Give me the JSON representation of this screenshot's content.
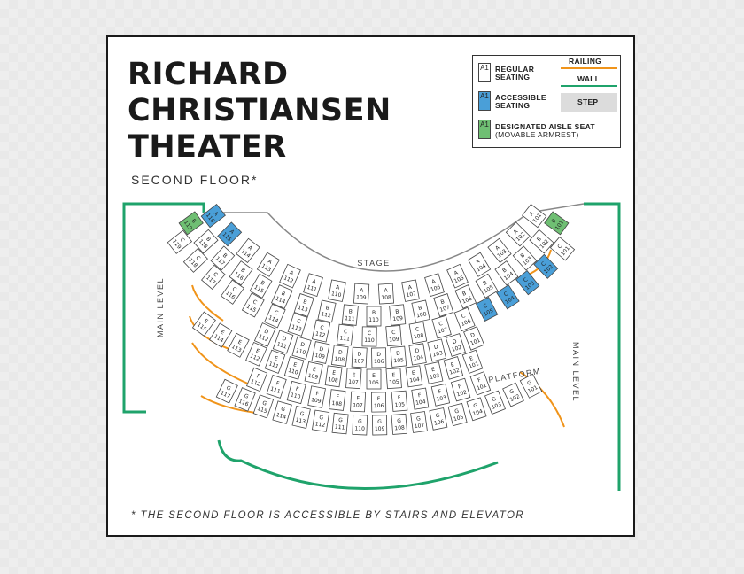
{
  "title": {
    "line1": "RICHARD",
    "line2": "CHRISTIANSEN",
    "line3": "THEATER"
  },
  "subtitle": "SECOND FLOOR*",
  "legend": {
    "seat_sample": "A1",
    "regular_line1": "REGULAR",
    "regular_line2": "SEATING",
    "accessible_line1": "ACCESSIBLE",
    "accessible_line2": "SEATING",
    "aisle_line1": "DESIGNATED AISLE SEAT",
    "aisle_line2": "(MOVABLE ARMREST)",
    "railing": "RAILING",
    "wall": "WALL",
    "step": "STEP"
  },
  "labels": {
    "stage": "STAGE",
    "platform": "PLATFORM",
    "main_level": "MAIN LEVEL"
  },
  "footnote": "* THE SECOND FLOOR IS ACCESSIBLE BY STAIRS AND ELEVATOR",
  "colors": {
    "regular": "#ffffff",
    "accessible": "#4a9fd8",
    "aisle": "#6fbf73",
    "railing": "#f0941a",
    "wall": "#1fa36b",
    "step": "#dcdcdc"
  },
  "rows": [
    {
      "row": "A",
      "seats": [
        "101",
        "102",
        "103",
        "104",
        "105",
        "106",
        "107",
        "108",
        "109",
        "110",
        "111",
        "112",
        "113",
        "114",
        "115",
        "116"
      ],
      "accessible": [
        "115",
        "116"
      ],
      "aisle": []
    },
    {
      "row": "B",
      "seats": [
        "101",
        "102",
        "103",
        "104",
        "105",
        "106",
        "107",
        "108",
        "109",
        "110",
        "111",
        "112",
        "113",
        "114",
        "115",
        "116",
        "117",
        "118",
        "119"
      ],
      "accessible": [],
      "aisle": [
        "101",
        "119"
      ]
    },
    {
      "row": "C",
      "seats": [
        "101",
        "102",
        "103",
        "104",
        "105",
        "106",
        "107",
        "108",
        "109",
        "110",
        "111",
        "112",
        "113",
        "114",
        "115",
        "116",
        "117",
        "118",
        "119"
      ],
      "accessible": [
        "102",
        "103",
        "104",
        "105"
      ],
      "aisle": []
    },
    {
      "row": "D",
      "seats": [
        "101",
        "102",
        "103",
        "104",
        "105",
        "106",
        "107",
        "108",
        "109",
        "110",
        "111",
        "112"
      ],
      "accessible": [],
      "aisle": []
    },
    {
      "row": "E",
      "seats": [
        "101",
        "102",
        "103",
        "104",
        "105",
        "106",
        "107",
        "108",
        "109",
        "110",
        "111",
        "112",
        "113",
        "114",
        "115"
      ],
      "accessible": [],
      "aisle": []
    },
    {
      "row": "F",
      "seats": [
        "101",
        "102",
        "103",
        "104",
        "105",
        "106",
        "107",
        "108",
        "109",
        "110",
        "111",
        "112"
      ],
      "accessible": [],
      "aisle": []
    },
    {
      "row": "G",
      "seats": [
        "101",
        "102",
        "103",
        "104",
        "105",
        "106",
        "107",
        "108",
        "109",
        "110",
        "111",
        "112",
        "113",
        "114",
        "115",
        "116",
        "117"
      ],
      "accessible": [],
      "aisle": []
    }
  ]
}
